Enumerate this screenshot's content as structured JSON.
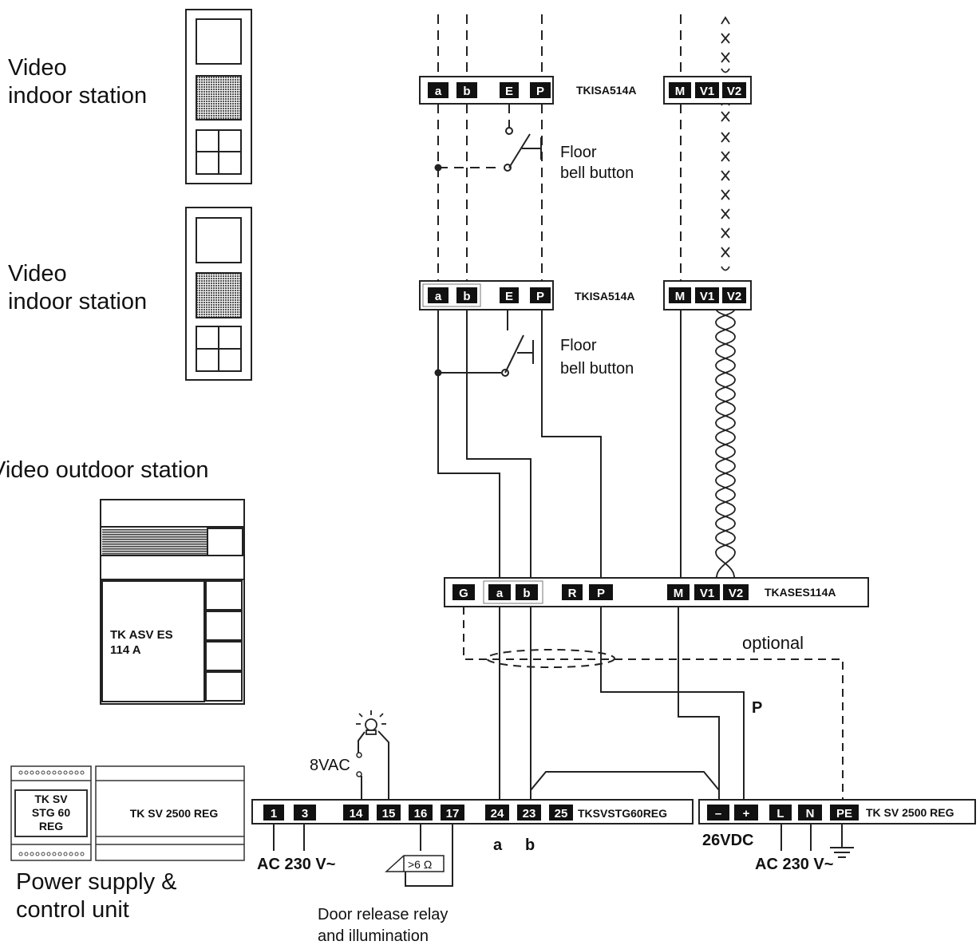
{
  "labels": {
    "indoor_1": [
      "Video",
      "indoor station"
    ],
    "indoor_2": [
      "Video",
      "indoor station"
    ],
    "outdoor": "Video outdoor station",
    "power": [
      "Power supply &",
      "control unit"
    ],
    "floor_bell_1": [
      "Floor",
      "bell button"
    ],
    "floor_bell_2": [
      "Floor",
      "bell button"
    ],
    "optional": "optional",
    "p_label": "P",
    "ac_left": "AC 230 V~",
    "ac_right": "AC 230 V~",
    "vdc": "26VDC",
    "a_label": "a",
    "b_label": "b",
    "vac": "8VAC",
    "resistance": ">6 Ω",
    "door_release": [
      "Door release relay",
      "and illumination"
    ]
  },
  "devices": {
    "indoor_module_1": "TKISA514A",
    "indoor_module_2": "TKISA514A",
    "outdoor_module": "TKASES114A",
    "control_module": "TKSVSTG60REG",
    "power_module": "TK SV 2500 REG",
    "outdoor_unit_text": [
      "TK ASV ES",
      "114 A"
    ],
    "din_left_text": [
      "TK SV",
      "STG 60",
      "REG"
    ],
    "din_right_text": "TK SV 2500 REG"
  },
  "terminals": {
    "indoor_left": [
      "a",
      "b",
      "E",
      "P"
    ],
    "indoor_right": [
      "M",
      "V1",
      "V2"
    ],
    "outdoor_left": [
      "G",
      "a",
      "b",
      "R",
      "P"
    ],
    "outdoor_right": [
      "M",
      "V1",
      "V2"
    ],
    "control": [
      "1",
      "3",
      "14",
      "15",
      "16",
      "17",
      "24",
      "23",
      "25"
    ],
    "power": [
      "–",
      "+",
      "L",
      "N",
      "PE"
    ]
  }
}
